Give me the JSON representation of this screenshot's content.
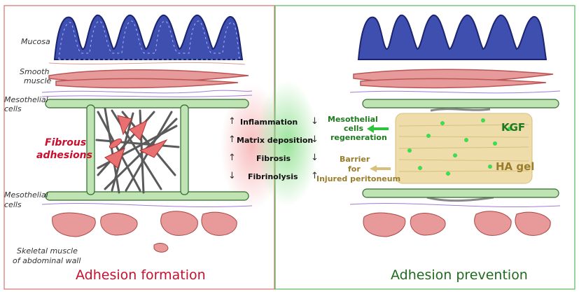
{
  "panels": {
    "left": {
      "title": "Adhesion formation",
      "title_color": "#c8102e"
    },
    "right": {
      "title": "Adhesion prevention",
      "title_color": "#1e6b1e"
    }
  },
  "left_labels": {
    "mucosa": "Mucosa",
    "smooth_muscle_1": "Smooth",
    "smooth_muscle_2": "muscle",
    "mesothelial_top_1": "Mesothelial",
    "mesothelial_top_2": "cells",
    "fibrous_1": "Fibrous",
    "fibrous_2": "adhesions",
    "mesothelial_bottom_1": "Mesothelial",
    "mesothelial_bottom_2": "cells",
    "skeletal_1": "Skeletal muscle",
    "skeletal_2": "of abdominal wall"
  },
  "center_processes": [
    {
      "name": "Inflammation",
      "left_arrow": "↑",
      "right_arrow": "↓"
    },
    {
      "name": "Matrix deposition",
      "left_arrow": "↑",
      "right_arrow": "↓"
    },
    {
      "name": "Fibrosis",
      "left_arrow": "↑",
      "right_arrow": "↓"
    },
    {
      "name": "Fibrinolysis",
      "left_arrow": "↓",
      "right_arrow": "↑"
    }
  ],
  "right_labels": {
    "regen_1": "Mesothelial",
    "regen_2": "cells",
    "regen_3": "regeneration",
    "kgf": "KGF",
    "ha_gel": "HA gel",
    "barrier_1": "Barrier",
    "barrier_2": "for",
    "barrier_3": "Injured peritoneum"
  },
  "colors": {
    "mucosa_fill": "#3f4fb0",
    "muscle_fill": "#e79a9a",
    "mesothelial": "#9ccf8f",
    "gel": "#eedcaa",
    "kgf_dots": "#3ddc52",
    "fiber": "#5a5a5a",
    "border": "#3aaa3a"
  }
}
